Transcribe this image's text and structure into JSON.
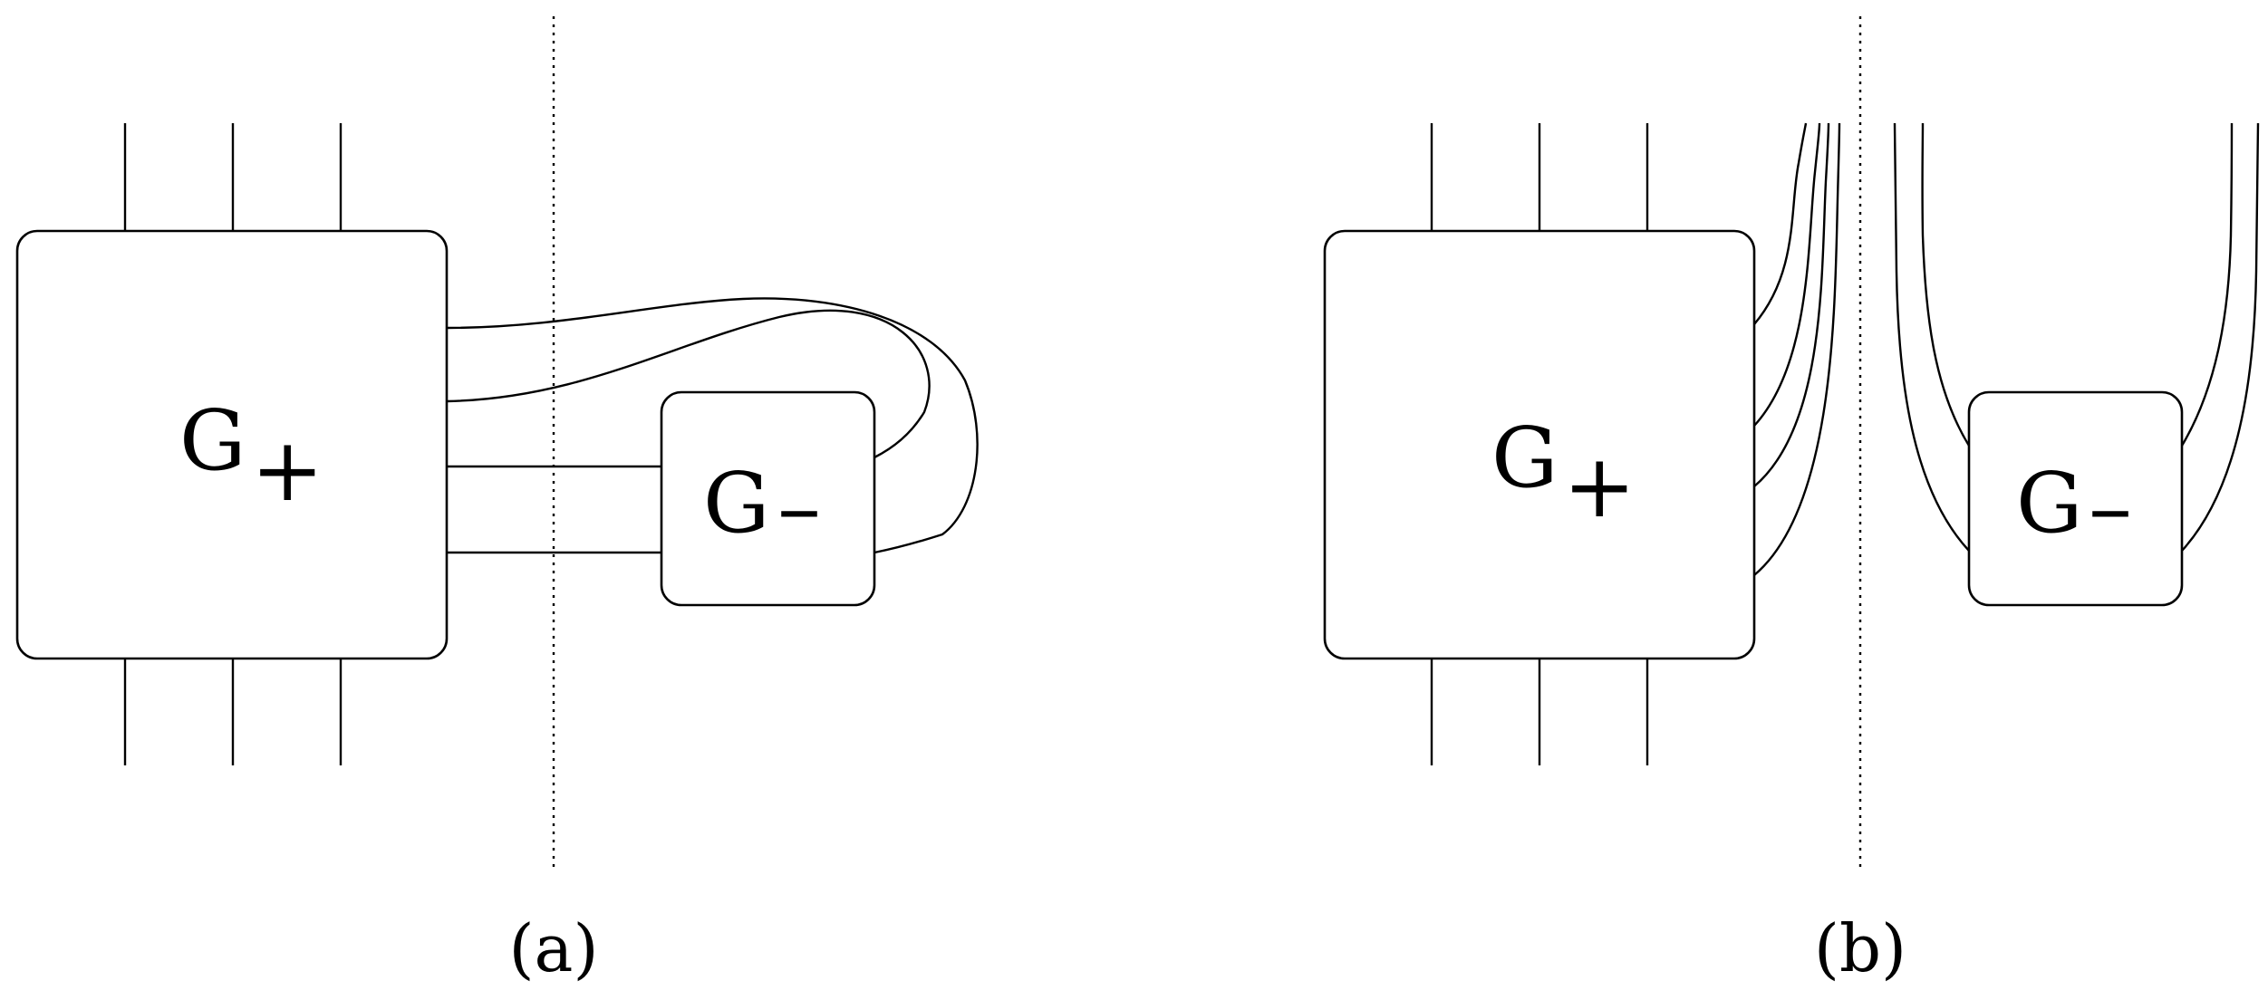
{
  "panel_a": {
    "caption": "(a)",
    "g_plus": {
      "letter": "G",
      "sign": "+"
    },
    "g_minus": {
      "letter": "G",
      "sign": "–"
    }
  },
  "panel_b": {
    "caption": "(b)",
    "g_plus": {
      "letter": "G",
      "sign": "+"
    },
    "g_minus": {
      "letter": "G",
      "sign": "–"
    }
  }
}
